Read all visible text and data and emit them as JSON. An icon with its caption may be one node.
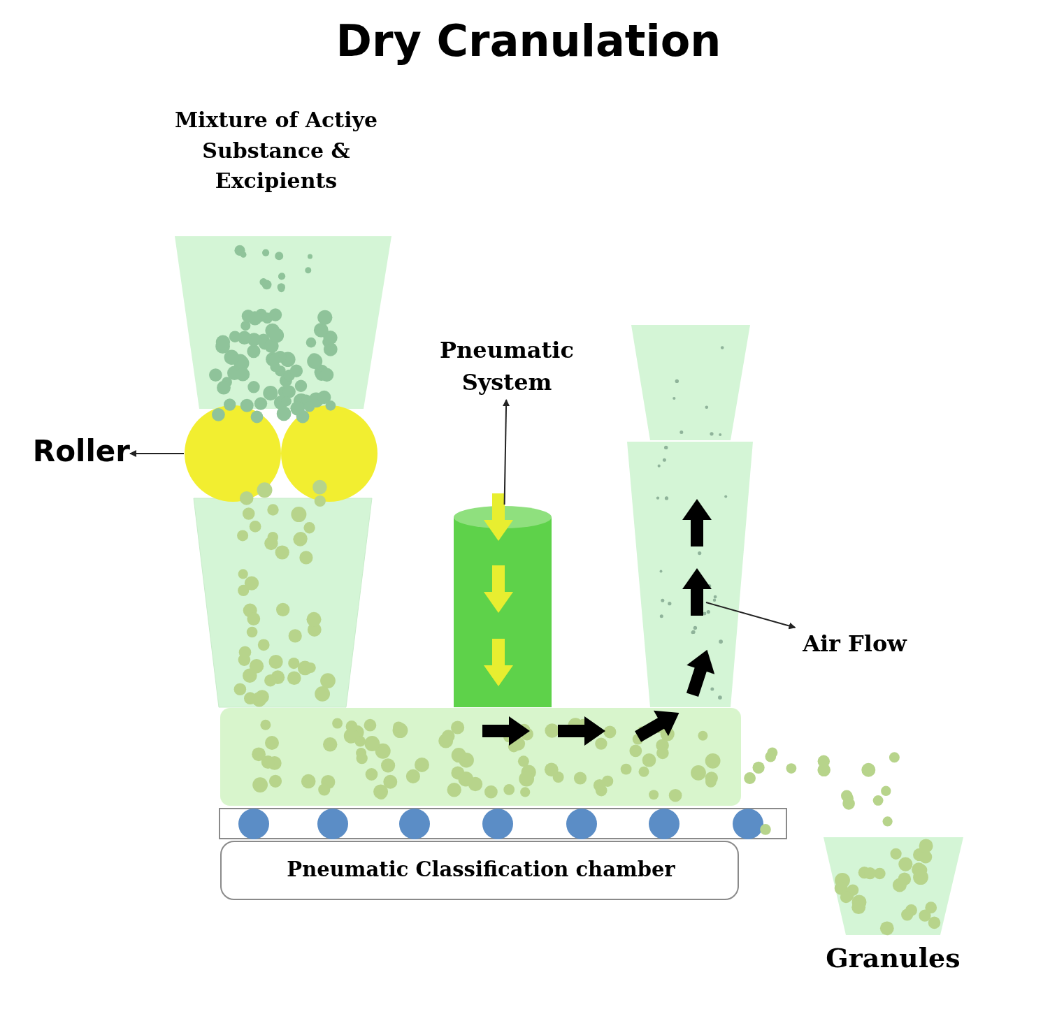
{
  "diagram": {
    "title": "Dry Cranulation",
    "nodes": [
      {
        "text": [
          "Mixture of Actiye Substance & Excipients"
        ]
      },
      {
        "text": [],
        "shape": "circle"
      },
      {
        "text": [],
        "shape": "circle"
      },
      {
        "text": [
          "Roller"
        ]
      },
      {
        "text": [],
        "shape": "cylinder"
      },
      {
        "text": [
          "Pneumatic System"
        ]
      },
      {
        "text": [
          "Air Flow"
        ]
      },
      {
        "text": [
          "Pneumatic Classification chamber"
        ]
      },
      {
        "text": [
          "Granules"
        ]
      }
    ],
    "edges": [
      {
        "from": 1,
        "to": 3,
        "arrow": "to"
      },
      {
        "from": 4,
        "to": 5,
        "arrow": "to"
      },
      {
        "from": null,
        "to": 6,
        "arrow": "to"
      }
    ]
  }
}
